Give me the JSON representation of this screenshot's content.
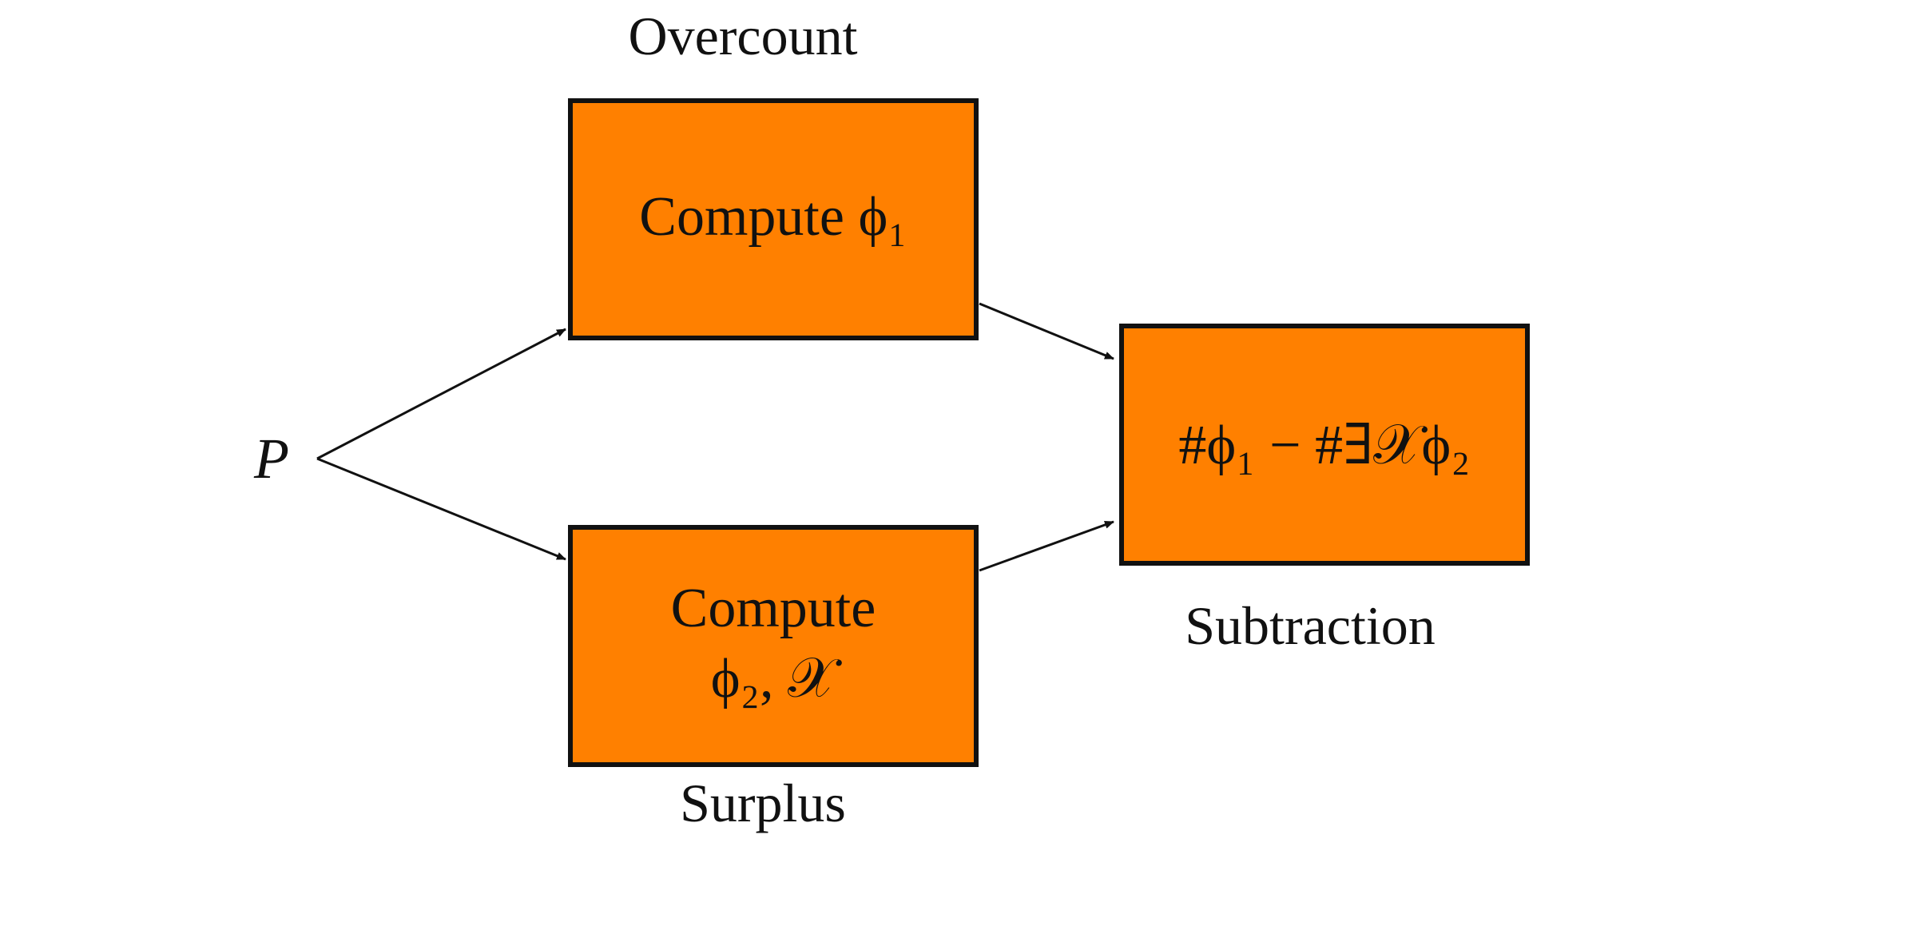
{
  "diagram": {
    "input_node": {
      "label": "P"
    },
    "boxes": [
      {
        "id": "overcount",
        "caption": "Overcount",
        "lines": [
          "Compute ϕ₁"
        ]
      },
      {
        "id": "surplus",
        "caption": "Surplus",
        "lines": [
          "Compute",
          "ϕ₂, 𝒳"
        ]
      },
      {
        "id": "subtraction",
        "caption": "Subtraction",
        "lines": [
          "#ϕ₁ − #∃𝒳ϕ₂"
        ]
      }
    ],
    "edges": [
      {
        "from": "P",
        "to": "overcount"
      },
      {
        "from": "P",
        "to": "surplus"
      },
      {
        "from": "overcount",
        "to": "subtraction"
      },
      {
        "from": "surplus",
        "to": "subtraction"
      }
    ],
    "colors": {
      "box_fill": "#FF8000",
      "stroke": "#111111",
      "background": "#FFFFFF"
    }
  }
}
